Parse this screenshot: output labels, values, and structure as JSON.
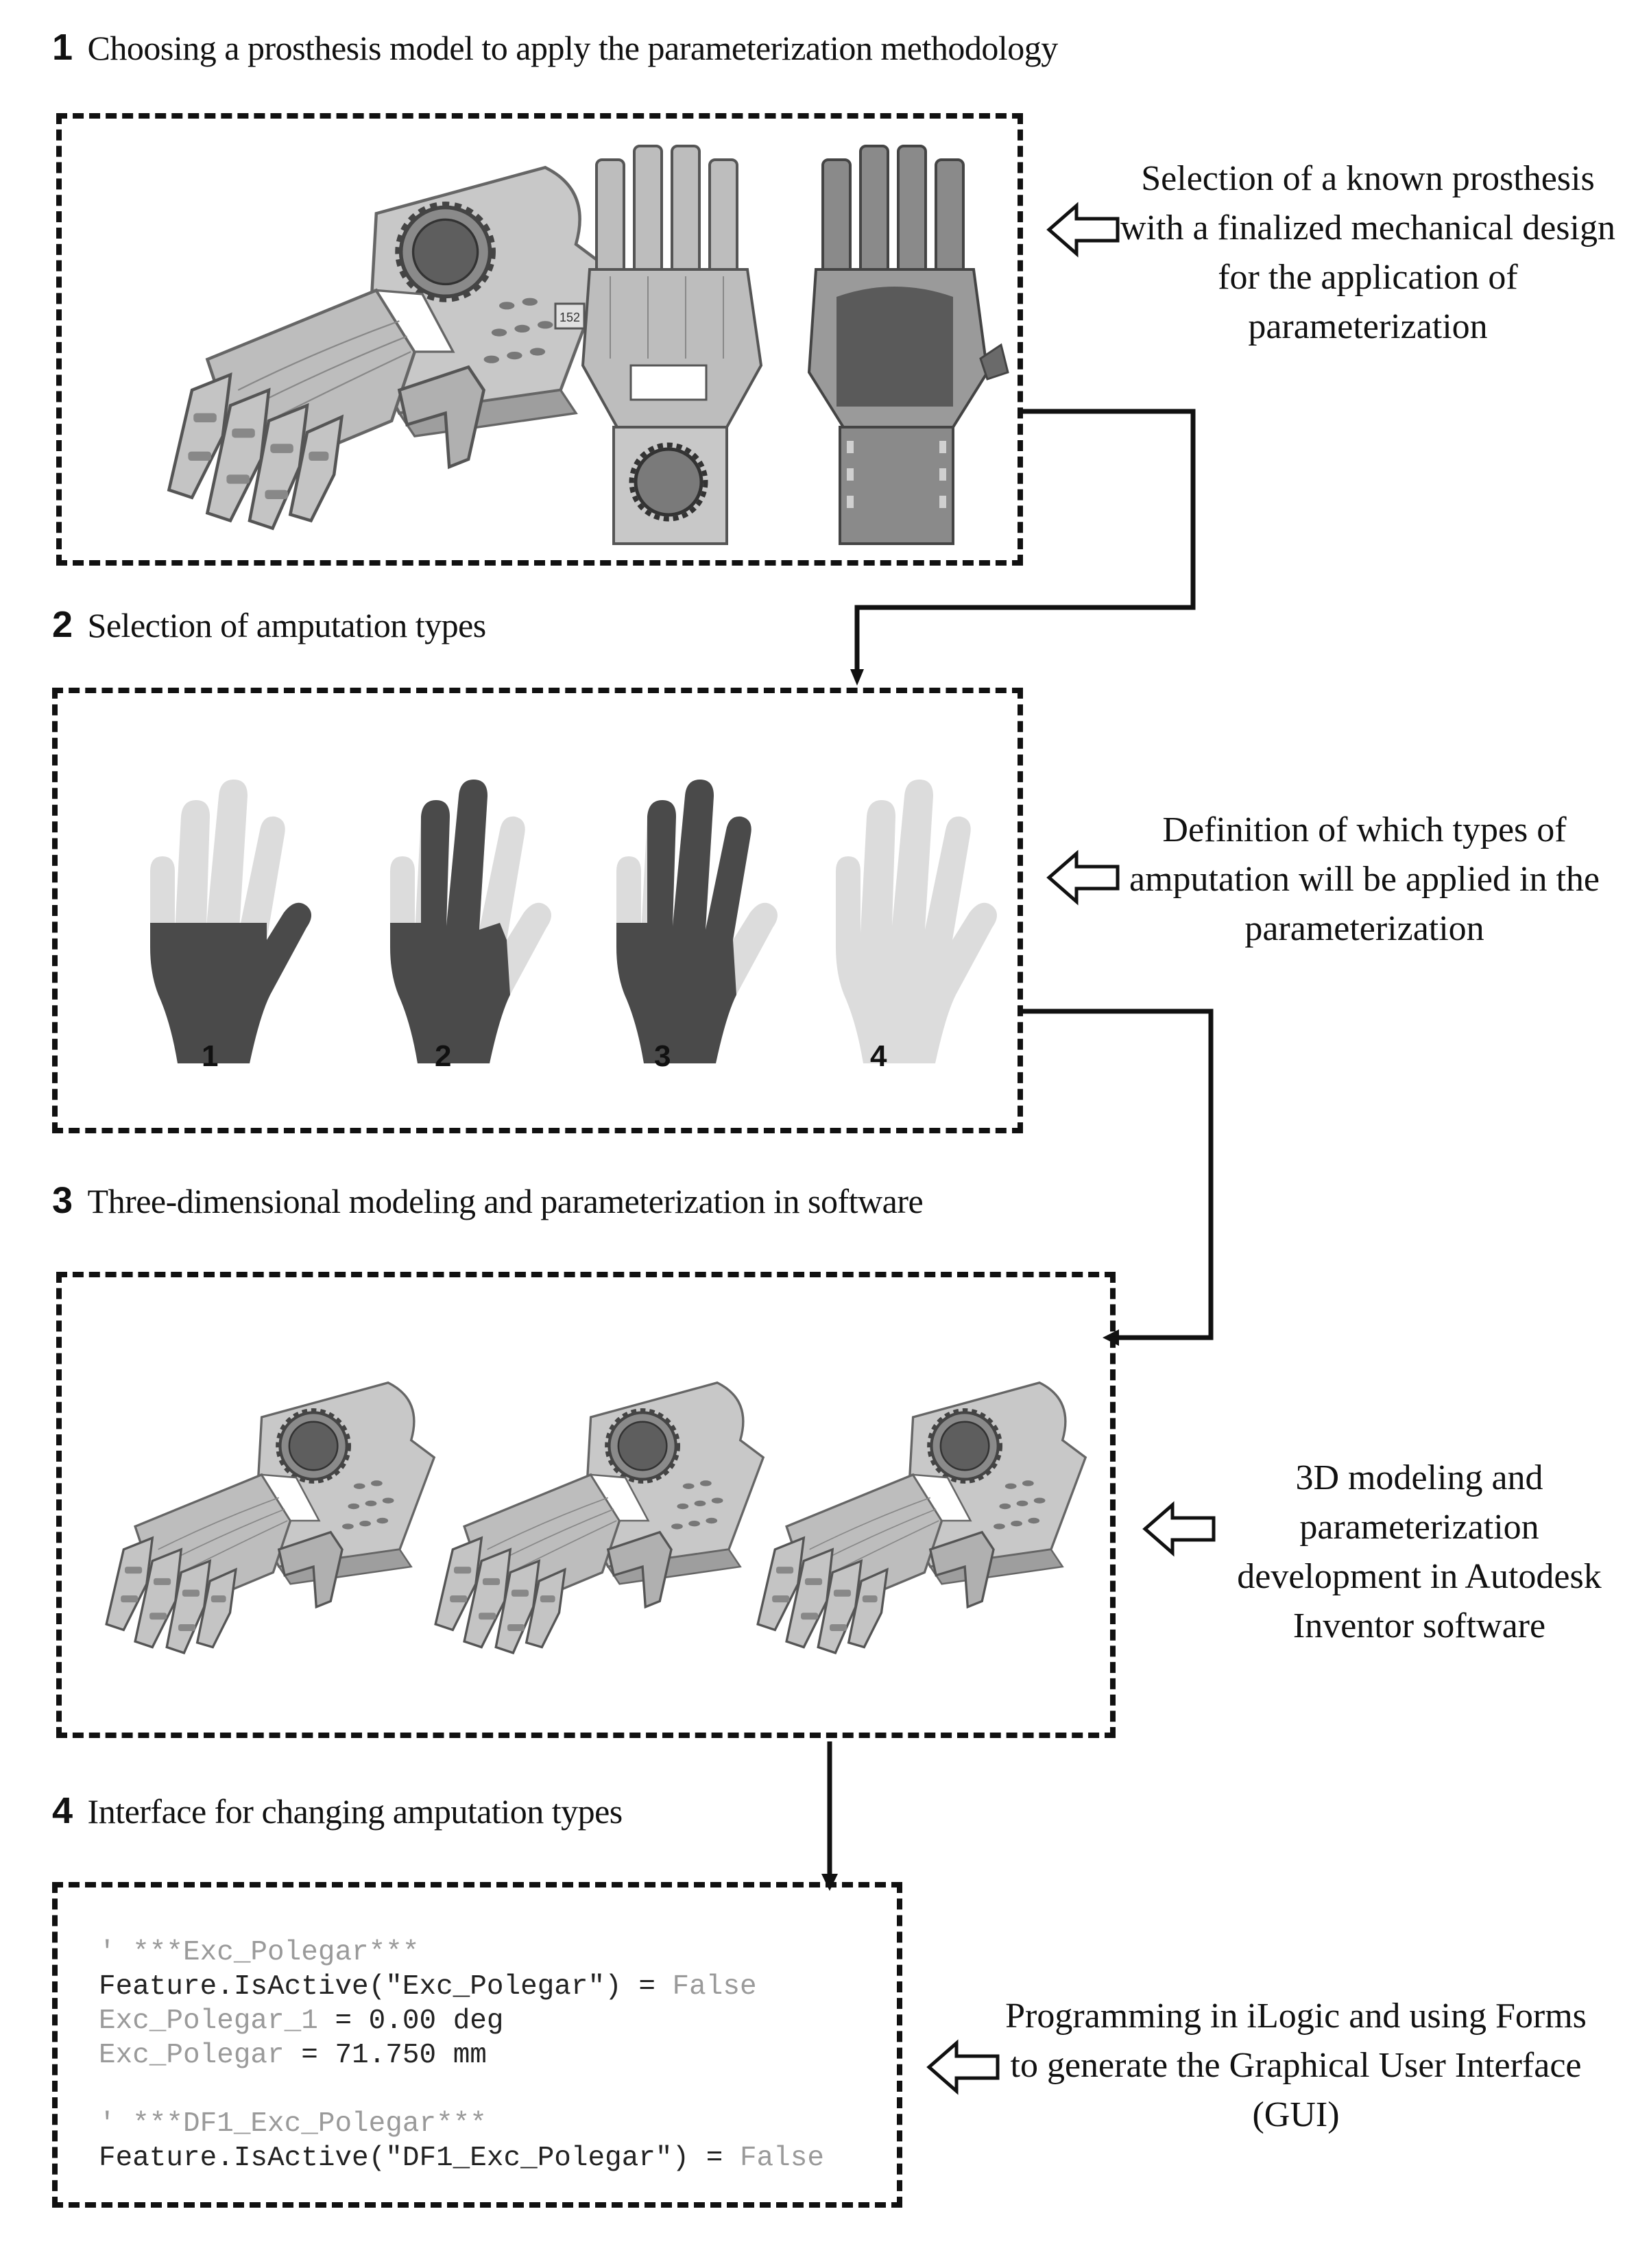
{
  "steps": [
    {
      "number": "1",
      "title": "Choosing a prosthesis model to apply the parameterization methodology",
      "description": "Selection of a known prosthesis with a finalized mechanical design for the application of parameterization"
    },
    {
      "number": "2",
      "title": "Selection of amputation types",
      "description": "Definition of which types of amputation will be applied in the parameterization"
    },
    {
      "number": "3",
      "title": "Three-dimensional modeling and parameterization in software",
      "description": "3D modeling and parameterization development in Autodesk Inventor software"
    },
    {
      "number": "4",
      "title": "Interface for changing amputation types",
      "description": "Programming in iLogic and using Forms to generate the Graphical User Interface (GUI)"
    }
  ],
  "amputation_labels": [
    "1",
    "2",
    "3",
    "4"
  ],
  "prosthesis_part_label": "152",
  "code": {
    "comment1": "' ***Exc_Polegar***",
    "line1_prefix": "Feature.IsActive(\"Exc_Polegar\") = ",
    "line1_value": "False",
    "line2_name": "Exc_Polegar_1",
    "line2_rest": " = 0.00 deg",
    "line3_name": "Exc_Polegar",
    "line3_rest": " = 71.750 mm",
    "comment2": "' ***DF1_Exc_Polegar***",
    "line4_prefix": "Feature.IsActive(\"DF1_Exc_Polegar\") = ",
    "line4_value": "False"
  },
  "colors": {
    "dark_hand": "#4a4a4a",
    "light_hand": "#dcdcdc",
    "prosthesis": "#b5b5b5",
    "code_gray": "#9a9a9a"
  }
}
